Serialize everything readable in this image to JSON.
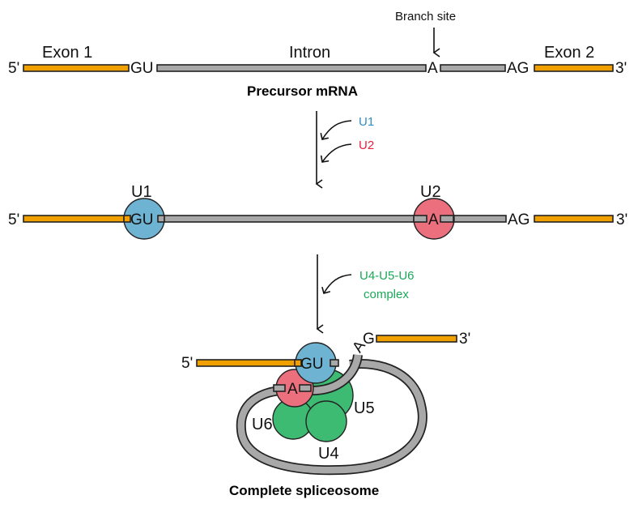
{
  "colors": {
    "exon": "#f0a000",
    "intron": "#a8a8a8",
    "u1": "#6fb3d2",
    "u1_text": "#2e8fc4",
    "u2": "#ec6f7e",
    "u2_text": "#e8203a",
    "u4_u5_u6": "#3dbb72",
    "u4_u5_u6_text": "#1aa85a"
  },
  "stage1": {
    "exon1_label": "Exon 1",
    "intron_label": "Intron",
    "exon2_label": "Exon 2",
    "branch_site_label": "Branch site",
    "five_prime": "5'",
    "three_prime": "3'",
    "gu": "GU",
    "a": "A",
    "ag": "AG",
    "caption": "Precursor mRNA"
  },
  "step1": {
    "added": [
      {
        "label": "U1"
      },
      {
        "label": "U2"
      }
    ]
  },
  "stage2": {
    "u1_label": "U1",
    "u2_label": "U2",
    "five_prime": "5'",
    "three_prime": "3'",
    "gu": "GU",
    "a": "A",
    "ag": "AG"
  },
  "step2": {
    "added_line1": "U4-U5-U6",
    "added_line2": "complex"
  },
  "stage3": {
    "five_prime": "5'",
    "three_prime": "3'",
    "gu": "GU",
    "a": "A",
    "ag_a": "A",
    "ag_g": "G",
    "u4": "U4",
    "u5": "U5",
    "u6": "U6",
    "caption": "Complete spliceosome"
  }
}
